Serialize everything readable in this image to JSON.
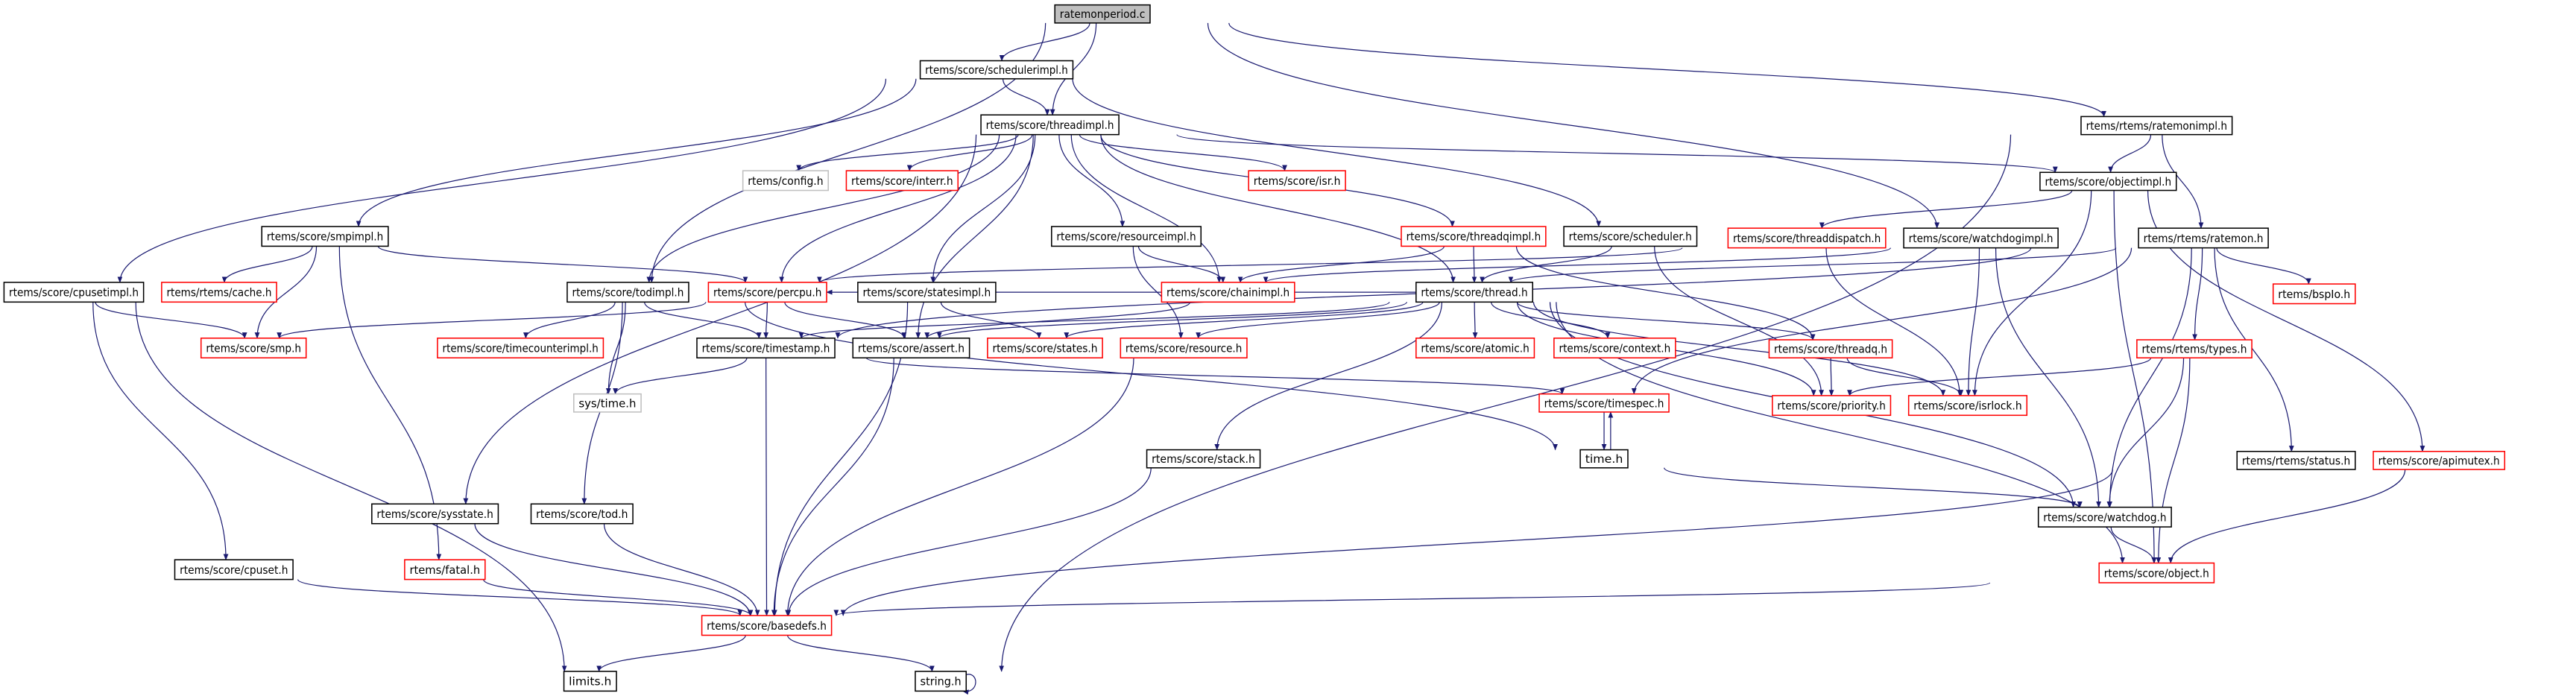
{
  "graph": {
    "type": "include-dependency-graph",
    "colors": {
      "edge": "#191970",
      "node_border": "#000000",
      "incomplete_border": "#ff0000",
      "external_border": "#bfbfbf",
      "root_fill": "#bfbfbf"
    },
    "nodes": [
      {
        "id": "root",
        "label": "ratemonperiod.c",
        "style": "root"
      },
      {
        "id": "schedulerimpl",
        "label": "rtems/score/schedulerimpl.h",
        "style": "normal"
      },
      {
        "id": "threadimpl",
        "label": "rtems/score/threadimpl.h",
        "style": "normal"
      },
      {
        "id": "ratemonimpl",
        "label": "rtems/rtems/ratemonimpl.h",
        "style": "normal"
      },
      {
        "id": "config",
        "label": "rtems/config.h",
        "style": "external"
      },
      {
        "id": "interr",
        "label": "rtems/score/interr.h",
        "style": "incomplete"
      },
      {
        "id": "isr",
        "label": "rtems/score/isr.h",
        "style": "incomplete"
      },
      {
        "id": "objectimpl",
        "label": "rtems/score/objectimpl.h",
        "style": "normal"
      },
      {
        "id": "smpimpl",
        "label": "rtems/score/smpimpl.h",
        "style": "normal"
      },
      {
        "id": "resourceimpl",
        "label": "rtems/score/resourceimpl.h",
        "style": "normal"
      },
      {
        "id": "threadqimpl",
        "label": "rtems/score/threadqimpl.h",
        "style": "incomplete"
      },
      {
        "id": "scheduler",
        "label": "rtems/score/scheduler.h",
        "style": "normal"
      },
      {
        "id": "threaddispatch",
        "label": "rtems/score/threaddispatch.h",
        "style": "incomplete"
      },
      {
        "id": "watchdogimpl",
        "label": "rtems/score/watchdogimpl.h",
        "style": "normal"
      },
      {
        "id": "ratemon",
        "label": "rtems/rtems/ratemon.h",
        "style": "normal"
      },
      {
        "id": "cpusetimpl",
        "label": "rtems/score/cpusetimpl.h",
        "style": "normal"
      },
      {
        "id": "cache",
        "label": "rtems/rtems/cache.h",
        "style": "incomplete"
      },
      {
        "id": "todimpl",
        "label": "rtems/score/todimpl.h",
        "style": "normal"
      },
      {
        "id": "percpu",
        "label": "rtems/score/percpu.h",
        "style": "incomplete"
      },
      {
        "id": "statesimpl",
        "label": "rtems/score/statesimpl.h",
        "style": "normal"
      },
      {
        "id": "chainimpl",
        "label": "rtems/score/chainimpl.h",
        "style": "incomplete"
      },
      {
        "id": "thread",
        "label": "rtems/score/thread.h",
        "style": "normal"
      },
      {
        "id": "bspio",
        "label": "rtems/bspIo.h",
        "style": "incomplete"
      },
      {
        "id": "smp",
        "label": "rtems/score/smp.h",
        "style": "incomplete"
      },
      {
        "id": "timecounterimpl",
        "label": "rtems/score/timecounterimpl.h",
        "style": "incomplete"
      },
      {
        "id": "timestamp",
        "label": "rtems/score/timestamp.h",
        "style": "normal"
      },
      {
        "id": "assert",
        "label": "rtems/score/assert.h",
        "style": "normal"
      },
      {
        "id": "states",
        "label": "rtems/score/states.h",
        "style": "incomplete"
      },
      {
        "id": "resource",
        "label": "rtems/score/resource.h",
        "style": "incomplete"
      },
      {
        "id": "atomic",
        "label": "rtems/score/atomic.h",
        "style": "incomplete"
      },
      {
        "id": "context",
        "label": "rtems/score/context.h",
        "style": "incomplete"
      },
      {
        "id": "threadq",
        "label": "rtems/score/threadq.h",
        "style": "incomplete"
      },
      {
        "id": "types",
        "label": "rtems/rtems/types.h",
        "style": "incomplete"
      },
      {
        "id": "priority",
        "label": "rtems/score/priority.h",
        "style": "incomplete"
      },
      {
        "id": "isrlock",
        "label": "rtems/score/isrlock.h",
        "style": "incomplete"
      },
      {
        "id": "systime",
        "label": "sys/time.h",
        "style": "external"
      },
      {
        "id": "timespec",
        "label": "rtems/score/timespec.h",
        "style": "incomplete"
      },
      {
        "id": "time",
        "label": "time.h",
        "style": "normal"
      },
      {
        "id": "stack",
        "label": "rtems/score/stack.h",
        "style": "normal"
      },
      {
        "id": "status",
        "label": "rtems/rtems/status.h",
        "style": "normal"
      },
      {
        "id": "apimutex",
        "label": "rtems/score/apimutex.h",
        "style": "incomplete"
      },
      {
        "id": "sysstate",
        "label": "rtems/score/sysstate.h",
        "style": "normal"
      },
      {
        "id": "tod",
        "label": "rtems/score/tod.h",
        "style": "normal"
      },
      {
        "id": "watchdog",
        "label": "rtems/score/watchdog.h",
        "style": "normal"
      },
      {
        "id": "cpuset",
        "label": "rtems/score/cpuset.h",
        "style": "normal"
      },
      {
        "id": "fatal",
        "label": "rtems/fatal.h",
        "style": "incomplete"
      },
      {
        "id": "object",
        "label": "rtems/score/object.h",
        "style": "incomplete"
      },
      {
        "id": "basedefs",
        "label": "rtems/score/basedefs.h",
        "style": "incomplete"
      },
      {
        "id": "limits",
        "label": "limits.h",
        "style": "normal"
      },
      {
        "id": "string",
        "label": "string.h",
        "style": "normal"
      }
    ],
    "edges": [
      [
        "root",
        "schedulerimpl"
      ],
      [
        "root",
        "threadimpl"
      ],
      [
        "root",
        "todimpl"
      ],
      [
        "root",
        "watchdogimpl"
      ],
      [
        "root",
        "ratemonimpl"
      ],
      [
        "schedulerimpl",
        "threadimpl"
      ],
      [
        "schedulerimpl",
        "cpusetimpl"
      ],
      [
        "schedulerimpl",
        "smpimpl"
      ],
      [
        "schedulerimpl",
        "scheduler"
      ],
      [
        "threadimpl",
        "config"
      ],
      [
        "threadimpl",
        "interr"
      ],
      [
        "threadimpl",
        "isr"
      ],
      [
        "threadimpl",
        "objectimpl"
      ],
      [
        "threadimpl",
        "todimpl"
      ],
      [
        "threadimpl",
        "percpu"
      ],
      [
        "threadimpl",
        "sysstate"
      ],
      [
        "threadimpl",
        "statesimpl"
      ],
      [
        "threadimpl",
        "assert"
      ],
      [
        "threadimpl",
        "resourceimpl"
      ],
      [
        "threadimpl",
        "chainimpl"
      ],
      [
        "threadimpl",
        "threadqimpl"
      ],
      [
        "threadimpl",
        "thread"
      ],
      [
        "ratemonimpl",
        "objectimpl"
      ],
      [
        "ratemonimpl",
        "ratemon"
      ],
      [
        "ratemonimpl",
        "string"
      ],
      [
        "objectimpl",
        "threaddispatch"
      ],
      [
        "objectimpl",
        "isrlock"
      ],
      [
        "objectimpl",
        "apimutex"
      ],
      [
        "objectimpl",
        "object"
      ],
      [
        "smpimpl",
        "cache"
      ],
      [
        "smpimpl",
        "smp"
      ],
      [
        "smpimpl",
        "fatal"
      ],
      [
        "smpimpl",
        "percpu"
      ],
      [
        "resourceimpl",
        "chainimpl"
      ],
      [
        "resourceimpl",
        "resource"
      ],
      [
        "threadqimpl",
        "chainimpl"
      ],
      [
        "threadqimpl",
        "thread"
      ],
      [
        "threadqimpl",
        "threadq"
      ],
      [
        "scheduler",
        "thread"
      ],
      [
        "scheduler",
        "priority"
      ],
      [
        "threaddispatch",
        "percpu"
      ],
      [
        "threaddispatch",
        "isrlock"
      ],
      [
        "watchdogimpl",
        "chainimpl"
      ],
      [
        "watchdogimpl",
        "isrlock"
      ],
      [
        "watchdogimpl",
        "watchdog"
      ],
      [
        "ratemon",
        "thread"
      ],
      [
        "ratemon",
        "timestamp"
      ],
      [
        "ratemon",
        "bspio"
      ],
      [
        "ratemon",
        "types"
      ],
      [
        "ratemon",
        "watchdog"
      ],
      [
        "ratemon",
        "status"
      ],
      [
        "ratemon",
        "timespec"
      ],
      [
        "cpusetimpl",
        "smp"
      ],
      [
        "cpusetimpl",
        "cpuset"
      ],
      [
        "cpusetimpl",
        "limits"
      ],
      [
        "todimpl",
        "timecounterimpl"
      ],
      [
        "todimpl",
        "timestamp"
      ],
      [
        "todimpl",
        "systime"
      ],
      [
        "todimpl",
        "tod"
      ],
      [
        "todimpl",
        "time"
      ],
      [
        "percpu",
        "smp"
      ],
      [
        "percpu",
        "timestamp"
      ],
      [
        "percpu",
        "assert"
      ],
      [
        "statesimpl",
        "states"
      ],
      [
        "statesimpl",
        "basedefs"
      ],
      [
        "chainimpl",
        "assert"
      ],
      [
        "thread",
        "assert"
      ],
      [
        "thread",
        "states"
      ],
      [
        "thread",
        "resource"
      ],
      [
        "thread",
        "atomic"
      ],
      [
        "thread",
        "context"
      ],
      [
        "thread",
        "threadq"
      ],
      [
        "thread",
        "priority"
      ],
      [
        "thread",
        "isrlock"
      ],
      [
        "thread",
        "stack"
      ],
      [
        "thread",
        "watchdog"
      ],
      [
        "thread",
        "object"
      ],
      [
        "thread",
        "timestamp"
      ],
      [
        "thread",
        "percpu"
      ],
      [
        "timestamp",
        "systime"
      ],
      [
        "timestamp",
        "basedefs"
      ],
      [
        "timestamp",
        "timespec"
      ],
      [
        "assert",
        "basedefs"
      ],
      [
        "resource",
        "basedefs"
      ],
      [
        "threadq",
        "priority"
      ],
      [
        "threadq",
        "isrlock"
      ],
      [
        "types",
        "priority"
      ],
      [
        "types",
        "watchdog"
      ],
      [
        "types",
        "object"
      ],
      [
        "timespec",
        "time"
      ],
      [
        "time",
        "timespec"
      ],
      [
        "time",
        "watchdog"
      ],
      [
        "stack",
        "basedefs"
      ],
      [
        "status",
        "basedefs"
      ],
      [
        "apimutex",
        "object"
      ],
      [
        "sysstate",
        "basedefs"
      ],
      [
        "tod",
        "basedefs"
      ],
      [
        "watchdog",
        "object"
      ],
      [
        "cpuset",
        "basedefs"
      ],
      [
        "fatal",
        "basedefs"
      ],
      [
        "object",
        "basedefs"
      ],
      [
        "basedefs",
        "limits"
      ],
      [
        "basedefs",
        "string"
      ],
      [
        "string",
        "string"
      ]
    ]
  }
}
